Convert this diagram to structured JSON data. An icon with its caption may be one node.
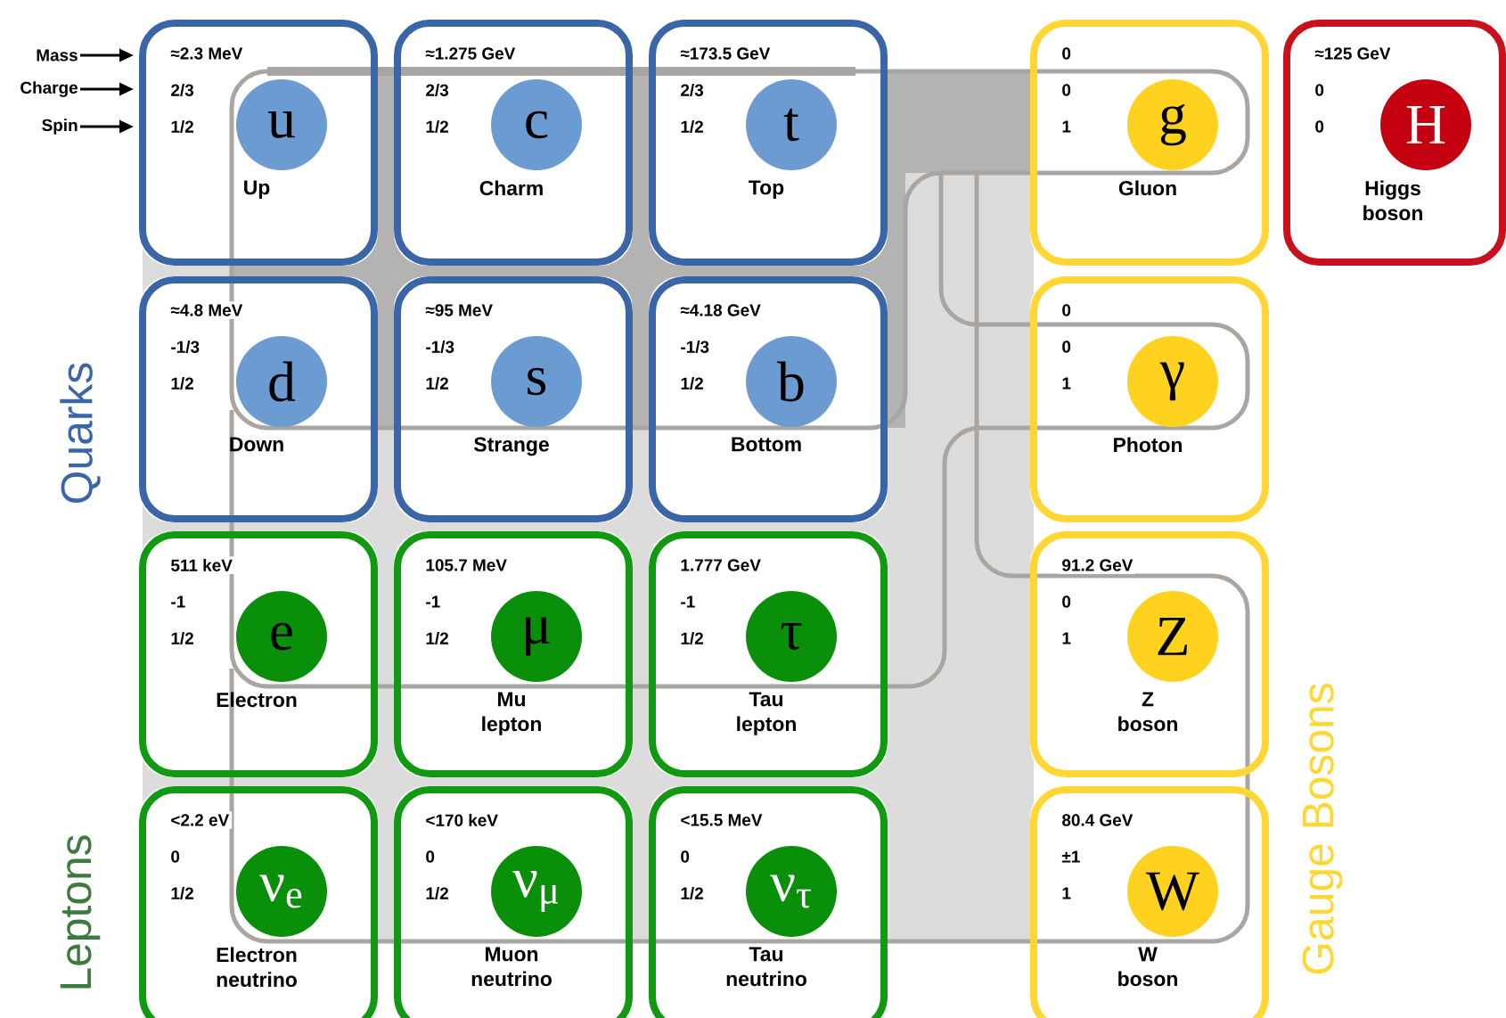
{
  "diagram": {
    "nodes": [
      {
        "text": [
          "Mass"
        ]
      },
      {
        "text": [
          "Charge"
        ]
      },
      {
        "text": [
          "Spin"
        ]
      },
      {
        "text": [
          "≈2.3 MeV",
          "2/3",
          "1/2",
          "Up"
        ]
      },
      {
        "text": [
          "u"
        ],
        "in": 3
      },
      {
        "text": [
          "≈1.275 GeV",
          "2/3",
          "1/2",
          "Charm"
        ]
      },
      {
        "text": [
          "c"
        ],
        "in": 5
      },
      {
        "text": [
          "≈173.5 GeV",
          "2/3",
          "1/2",
          "Top"
        ]
      },
      {
        "text": [
          "t"
        ],
        "in": 7
      },
      {
        "text": [
          "0",
          "0",
          "1",
          "Gluon"
        ]
      },
      {
        "text": [
          "g"
        ],
        "in": 9
      },
      {
        "text": [
          "≈125 GeV",
          "0",
          "0",
          "Higgs boson"
        ]
      },
      {
        "text": [
          "H"
        ],
        "in": 11
      },
      {
        "text": [
          "≈4.8 MeV",
          "-1/3",
          "1/2",
          "Down"
        ]
      },
      {
        "text": [
          "d"
        ],
        "in": 13
      },
      {
        "text": [
          "≈95 MeV",
          "-1/3",
          "1/2",
          "Strange"
        ]
      },
      {
        "text": [
          "s"
        ],
        "in": 15
      },
      {
        "text": [
          "≈4.18 GeV",
          "-1/3",
          "1/2",
          "Bottom"
        ]
      },
      {
        "text": [
          "b"
        ],
        "in": 17
      },
      {
        "text": [
          "0",
          "0",
          "1",
          "Photon"
        ]
      },
      {
        "text": [
          "γ"
        ],
        "in": 19
      },
      {
        "text": [
          "511 keV",
          "-1",
          "1/2",
          "Electron"
        ]
      },
      {
        "text": [
          "e"
        ],
        "in": 21
      },
      {
        "text": [
          "105.7 MeV",
          "-1",
          "1/2",
          "Mu lepton"
        ]
      },
      {
        "text": [
          "μ"
        ],
        "in": 23
      },
      {
        "text": [
          "1.777 GeV",
          "-1",
          "1/2",
          "Tau lepton"
        ]
      },
      {
        "text": [
          "τ"
        ],
        "in": 25
      },
      {
        "text": [
          "91.2 GeV",
          "0",
          "1",
          "Z boson"
        ]
      },
      {
        "text": [
          "Z"
        ],
        "in": 27
      },
      {
        "text": [
          "<2.2 eV",
          "0",
          "1/2",
          "Electron neutrino"
        ]
      },
      {
        "text": [
          "ν$_{e}$"
        ],
        "in": 29
      },
      {
        "text": [
          "<170 keV",
          "0",
          "1/2",
          "Muon neutrino"
        ]
      },
      {
        "text": [
          "ν$_{μ}$"
        ],
        "in": 31
      },
      {
        "text": [
          "<15.5 MeV",
          "0",
          "1/2",
          "Tau neutrino"
        ]
      },
      {
        "text": [
          "ν$_{τ}$"
        ],
        "in": 33
      },
      {
        "text": [
          "80.4 GeV",
          "±1",
          "1",
          "W boson"
        ]
      },
      {
        "text": [
          "W"
        ],
        "in": 35
      }
    ],
    "edges": [
      {
        "from": 0,
        "to": 3,
        "arrow": "to"
      },
      {
        "from": 1,
        "to": 3,
        "arrow": "to"
      },
      {
        "from": 2,
        "to": 3,
        "arrow": "to"
      }
    ],
    "labels": [
      "Quarks",
      "Leptons",
      "Gauge Bosons"
    ]
  }
}
